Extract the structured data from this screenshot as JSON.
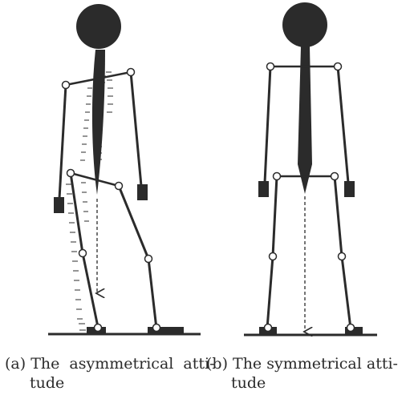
{
  "figure": {
    "ink_color": "#2b2b2b",
    "panels": [
      {
        "id": "a",
        "caption_line1": "(a) The  asymmetrical  atti-",
        "caption_line2": "tude"
      },
      {
        "id": "b",
        "caption_line1": "(b) The symmetrical atti-",
        "caption_line2": "tude"
      }
    ]
  }
}
